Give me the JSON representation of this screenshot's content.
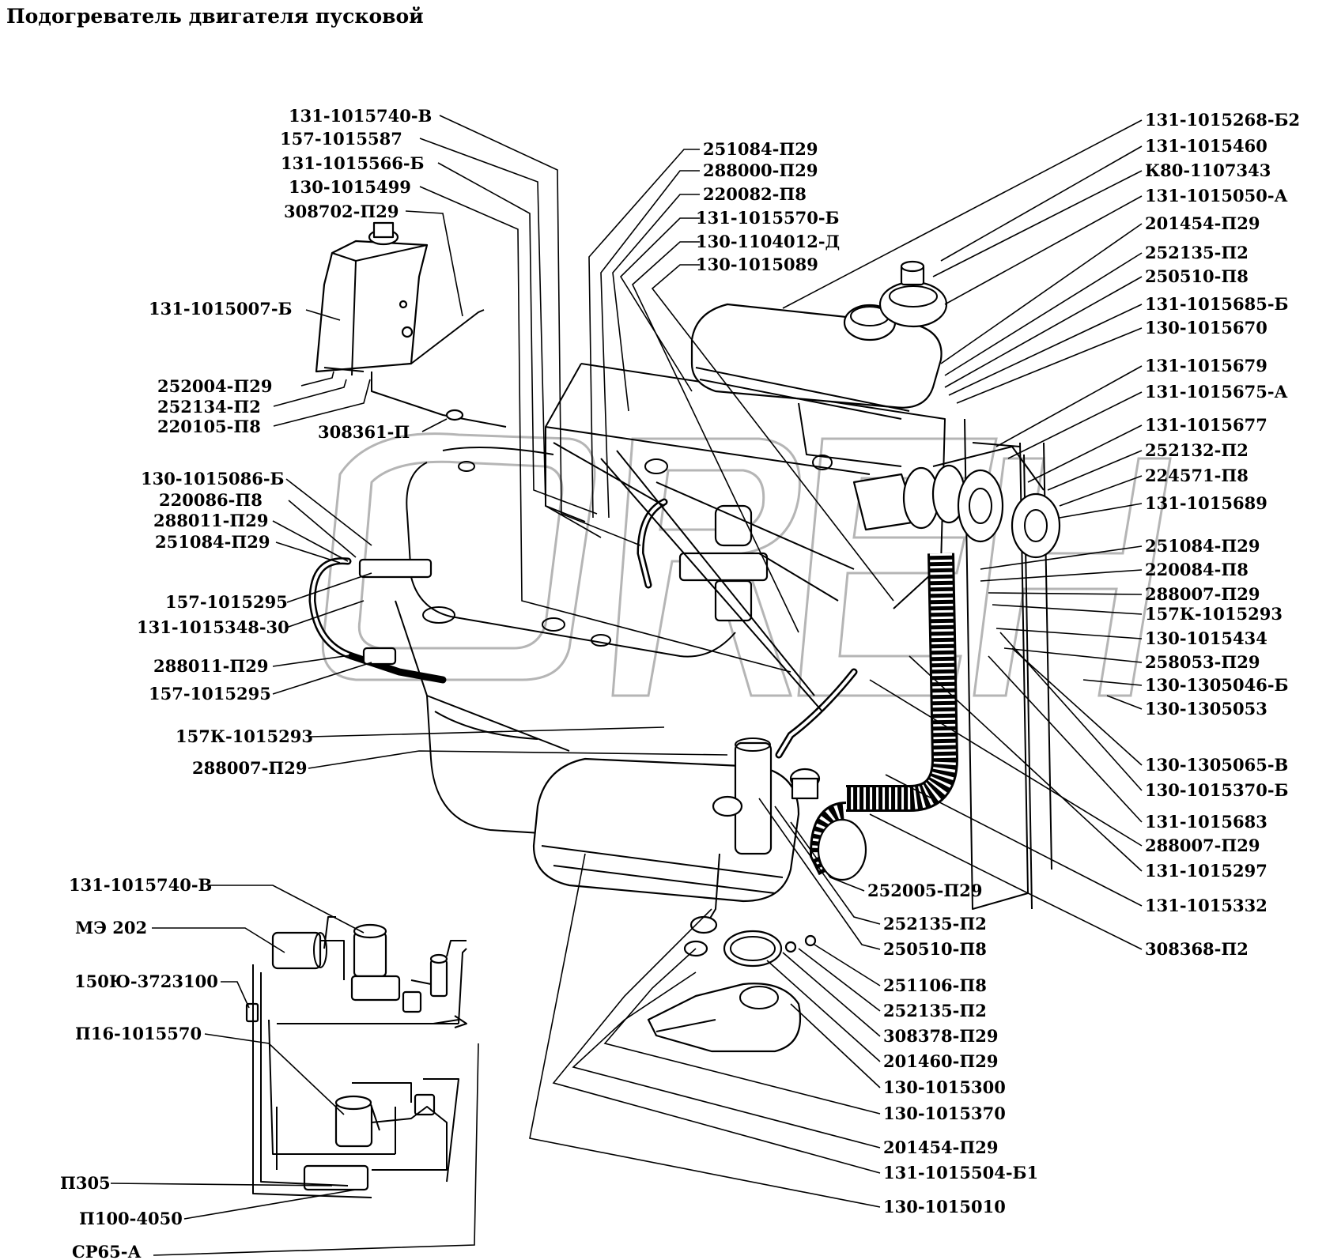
{
  "title": "Подогреватель двигателя пусковой",
  "watermark": "ОРЕХ",
  "labels": {
    "l01": "131-1015740-В",
    "l02": "157-1015587",
    "l03": "131-1015566-Б",
    "l04": "130-1015499",
    "l05": "308702-П29",
    "l06": "131-1015007-Б",
    "l07": "252004-П29",
    "l08": "252134-П2",
    "l09": "220105-П8",
    "l10": "308361-П",
    "l11": "251084-П29",
    "l12": "288000-П29",
    "l13": "220082-П8",
    "l14": "131-1015570-Б",
    "l15": "130-1104012-Д",
    "l16": "130-1015089",
    "l17": "131-1015268-Б2",
    "l18": "131-1015460",
    "l19": "К80-1107343",
    "l20": "131-1015050-А",
    "l21": "201454-П29",
    "l22": "252135-П2",
    "l23": "250510-П8",
    "l24": "131-1015685-Б",
    "l25": "130-1015670",
    "l26": "131-1015679",
    "l27": "131-1015675-А",
    "l28": "131-1015677",
    "l29": "252132-П2",
    "l30": "224571-П8",
    "l31": "131-1015689",
    "l32": "130-1015086-Б",
    "l33": "220086-П8",
    "l34": "288011-П29",
    "l35": "251084-П29",
    "l36": "157-1015295",
    "l37": "131-1015348-30",
    "l38": "288011-П29",
    "l39": "157-1015295",
    "l40": "157К-1015293",
    "l41": "288007-П29",
    "l42": "251084-П29",
    "l43": "220084-П8",
    "l44": "288007-П29",
    "l45": "157К-1015293",
    "l46": "130-1015434",
    "l47": "258053-П29",
    "l48": "130-1305046-Б",
    "l49": "130-1305053",
    "l50": "130-1305065-В",
    "l51": "130-1015370-Б",
    "l52": "131-1015683",
    "l53": "288007-П29",
    "l54": "131-1015297",
    "l55": "131-1015332",
    "l56": "308368-П2",
    "l57": "252005-П29",
    "l58": "252135-П2",
    "l59": "250510-П8",
    "l60": "251106-П8",
    "l61": "252135-П2",
    "l62": "308378-П29",
    "l63": "201460-П29",
    "l64": "130-1015300",
    "l65": "130-1015370",
    "l66": "201454-П29",
    "l67": "131-1015504-Б1",
    "l68": "130-1015010",
    "l69": "131-1015740-В",
    "l70": "МЭ 202",
    "l71": "150Ю-3723100",
    "l72": "П16-1015570",
    "l73": "П305",
    "l74": "П100-4050",
    "l75": "СР65-А"
  }
}
